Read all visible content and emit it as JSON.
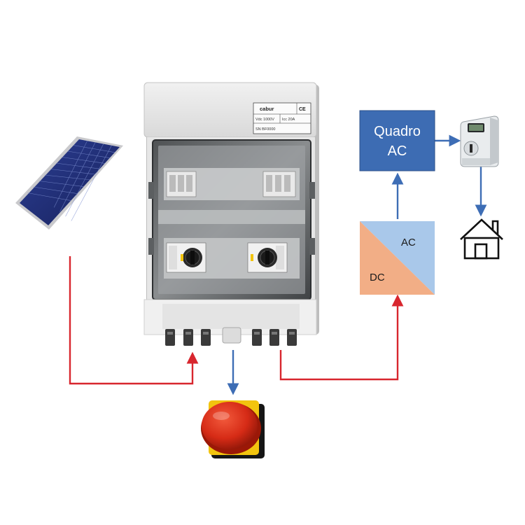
{
  "colors": {
    "red_wire": "#d8262e",
    "blue_wire": "#3d6db5",
    "quadro_fill": "#3d6cb3",
    "inverter_ac": "#a9c8ea",
    "inverter_dc": "#f2ae86",
    "panel_blue": "#1f2e78",
    "stop_red": "#d62b16",
    "stop_yellow": "#f2c40f"
  },
  "quadro_ac": {
    "line1": "Quadro",
    "line2": "AC"
  },
  "inverter": {
    "ac_label": "AC",
    "dc_label": "DC"
  },
  "enclosure": {
    "brand": "cabur",
    "ce_mark": "CE",
    "spec_vdc": "Vdc 1000V",
    "spec_icc": "Icc 20A",
    "spec_code": "SN BF0000"
  },
  "icons": {
    "solar": "solar-panel-icon",
    "enclosure": "combiner-box-icon",
    "stop": "emergency-stop-icon",
    "meter": "energy-meter-icon",
    "house": "house-icon"
  }
}
